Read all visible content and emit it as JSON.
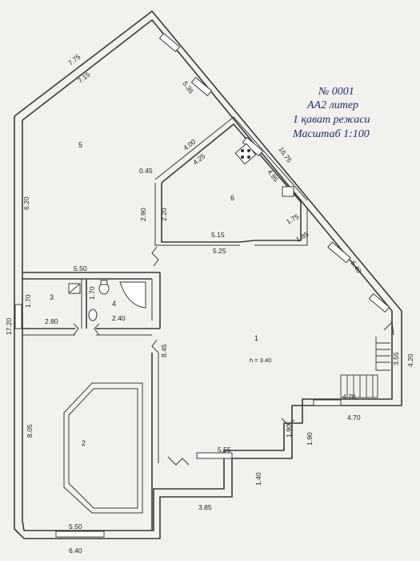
{
  "header": {
    "line1": "№ 0001",
    "line2": "АА2 литер",
    "line3": "1 қават режаси",
    "line4": "Масштаб 1:100"
  },
  "rooms": {
    "r1": "1",
    "r2": "2",
    "r3": "3",
    "r4": "4",
    "r5": "5",
    "r6": "6",
    "height": "h = 3.40"
  },
  "dimensions": {
    "d_775": "7.75",
    "d_715": "7.15",
    "d_535": "5.35",
    "d_1675": "16.75",
    "d_400": "4.00",
    "d_425": "4.25",
    "d_495": "4.95",
    "d_045": "0.45",
    "d_620": "6.20",
    "d_290": "2.90",
    "d_220": "2.20",
    "d_515": "5.15",
    "d_525": "5.25",
    "d_175": "1.75",
    "d_185": "1.85",
    "d_540": "5.40",
    "d_550_top": "5.50",
    "d_170_a": "1.70",
    "d_170_b": "1.70",
    "d_280": "2.80",
    "d_240": "2.40",
    "d_1720": "17.20",
    "d_845": "8.45",
    "d_355": "3.55",
    "d_420": "4.20",
    "d_470_a": "4.70",
    "d_470_b": "4.70",
    "d_190_a": "1.90",
    "d_190_b": "1.90",
    "d_805": "8.05",
    "d_555": "5.55",
    "d_140": "1.40",
    "d_385": "3.85",
    "d_550_bottom": "5.50",
    "d_640": "6.40"
  }
}
